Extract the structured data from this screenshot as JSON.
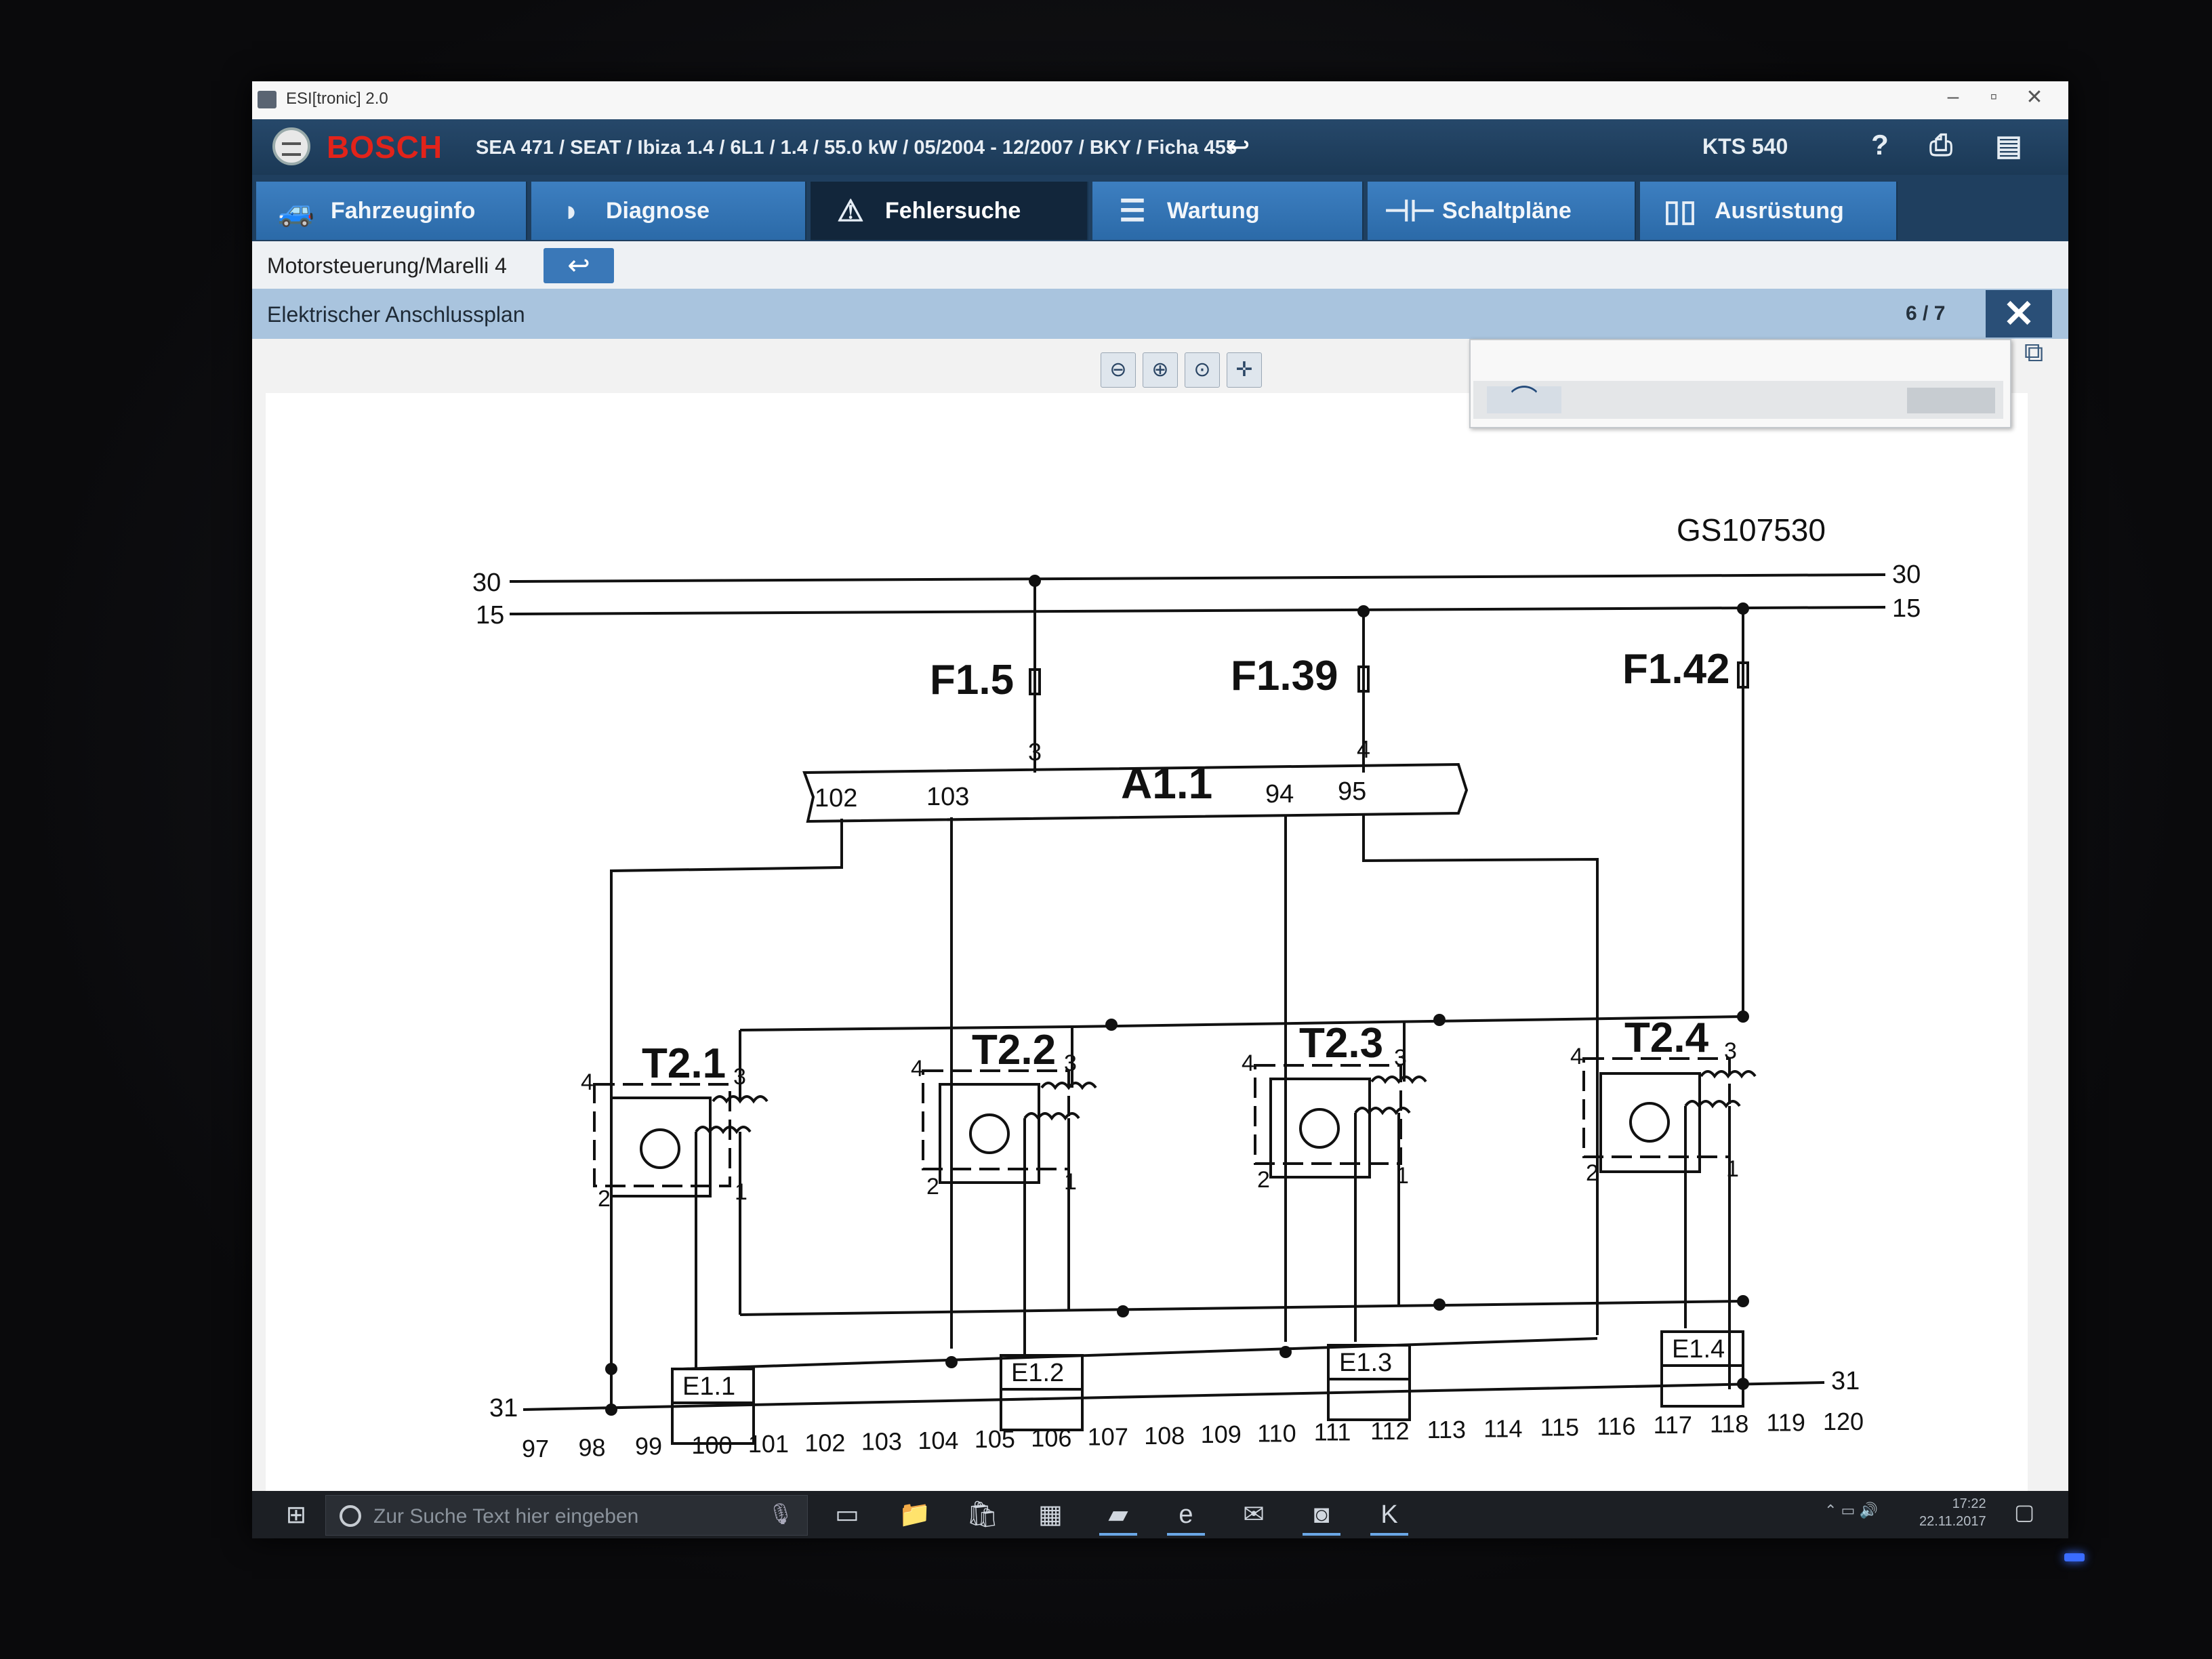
{
  "window": {
    "title": "ESI[tronic] 2.0",
    "minimize": "–",
    "maximize": "▫",
    "close": "✕"
  },
  "header": {
    "brand": "BOSCH",
    "vehicle": "SEA 471 / SEAT / Ibiza 1.4 / 6L1 / 1.4 / 55.0 kW / 05/2004 - 12/2007 / BKY / Ficha 455",
    "device": "KTS 540",
    "help_icon": "?",
    "print_icon": "⎙",
    "menu_icon": "▤"
  },
  "tabs": [
    {
      "label": "Fahrzeuginfo",
      "icon": "car-icon"
    },
    {
      "label": "Diagnose",
      "icon": "diagnosis-icon"
    },
    {
      "label": "Fehlersuche",
      "icon": "warning-icon"
    },
    {
      "label": "Wartung",
      "icon": "wrench-icon"
    },
    {
      "label": "Schaltpläne",
      "icon": "circuit-icon"
    },
    {
      "label": "Ausrüstung",
      "icon": "book-icon"
    }
  ],
  "subbar": {
    "label": "Motorsteuerung/Marelli 4",
    "back_icon": "↩"
  },
  "document": {
    "title": "Elektrischer Anschlussplan",
    "page": "6 / 7",
    "close": "✕"
  },
  "diagram": {
    "id": "GS107530",
    "rails": {
      "r30": "30",
      "r15": "15",
      "r31": "31"
    },
    "fuses": {
      "f1": "F1.5",
      "f2": "F1.39",
      "f3": "F1.42"
    },
    "module": {
      "label": "A1.1",
      "pin3": "3",
      "pin4": "4",
      "pin102": "102",
      "pin103": "103",
      "pin94": "94",
      "pin95": "95"
    },
    "coils": [
      {
        "label": "T2.1",
        "p1": "1",
        "p2": "2",
        "p3": "3",
        "p4": "4"
      },
      {
        "label": "T2.2",
        "p1": "1",
        "p2": "2",
        "p3": "3",
        "p4": "4"
      },
      {
        "label": "T2.3",
        "p1": "1",
        "p2": "2",
        "p3": "3",
        "p4": "4"
      },
      {
        "label": "T2.4",
        "p1": "1",
        "p2": "2",
        "p3": "3",
        "p4": "4"
      }
    ],
    "plugs": {
      "e1": "E1.1",
      "e2": "E1.2",
      "e3": "E1.3",
      "e4": "E1.4"
    },
    "grid_numbers": [
      "97",
      "98",
      "99",
      "100",
      "101",
      "102",
      "103",
      "104",
      "105",
      "106",
      "107",
      "108",
      "109",
      "110",
      "111",
      "112",
      "113",
      "114",
      "115",
      "116",
      "117",
      "118",
      "119",
      "120"
    ]
  },
  "taskbar": {
    "search_placeholder": "Zur Suche Text hier eingeben",
    "time": "17:22",
    "date": "22.11.2017"
  }
}
